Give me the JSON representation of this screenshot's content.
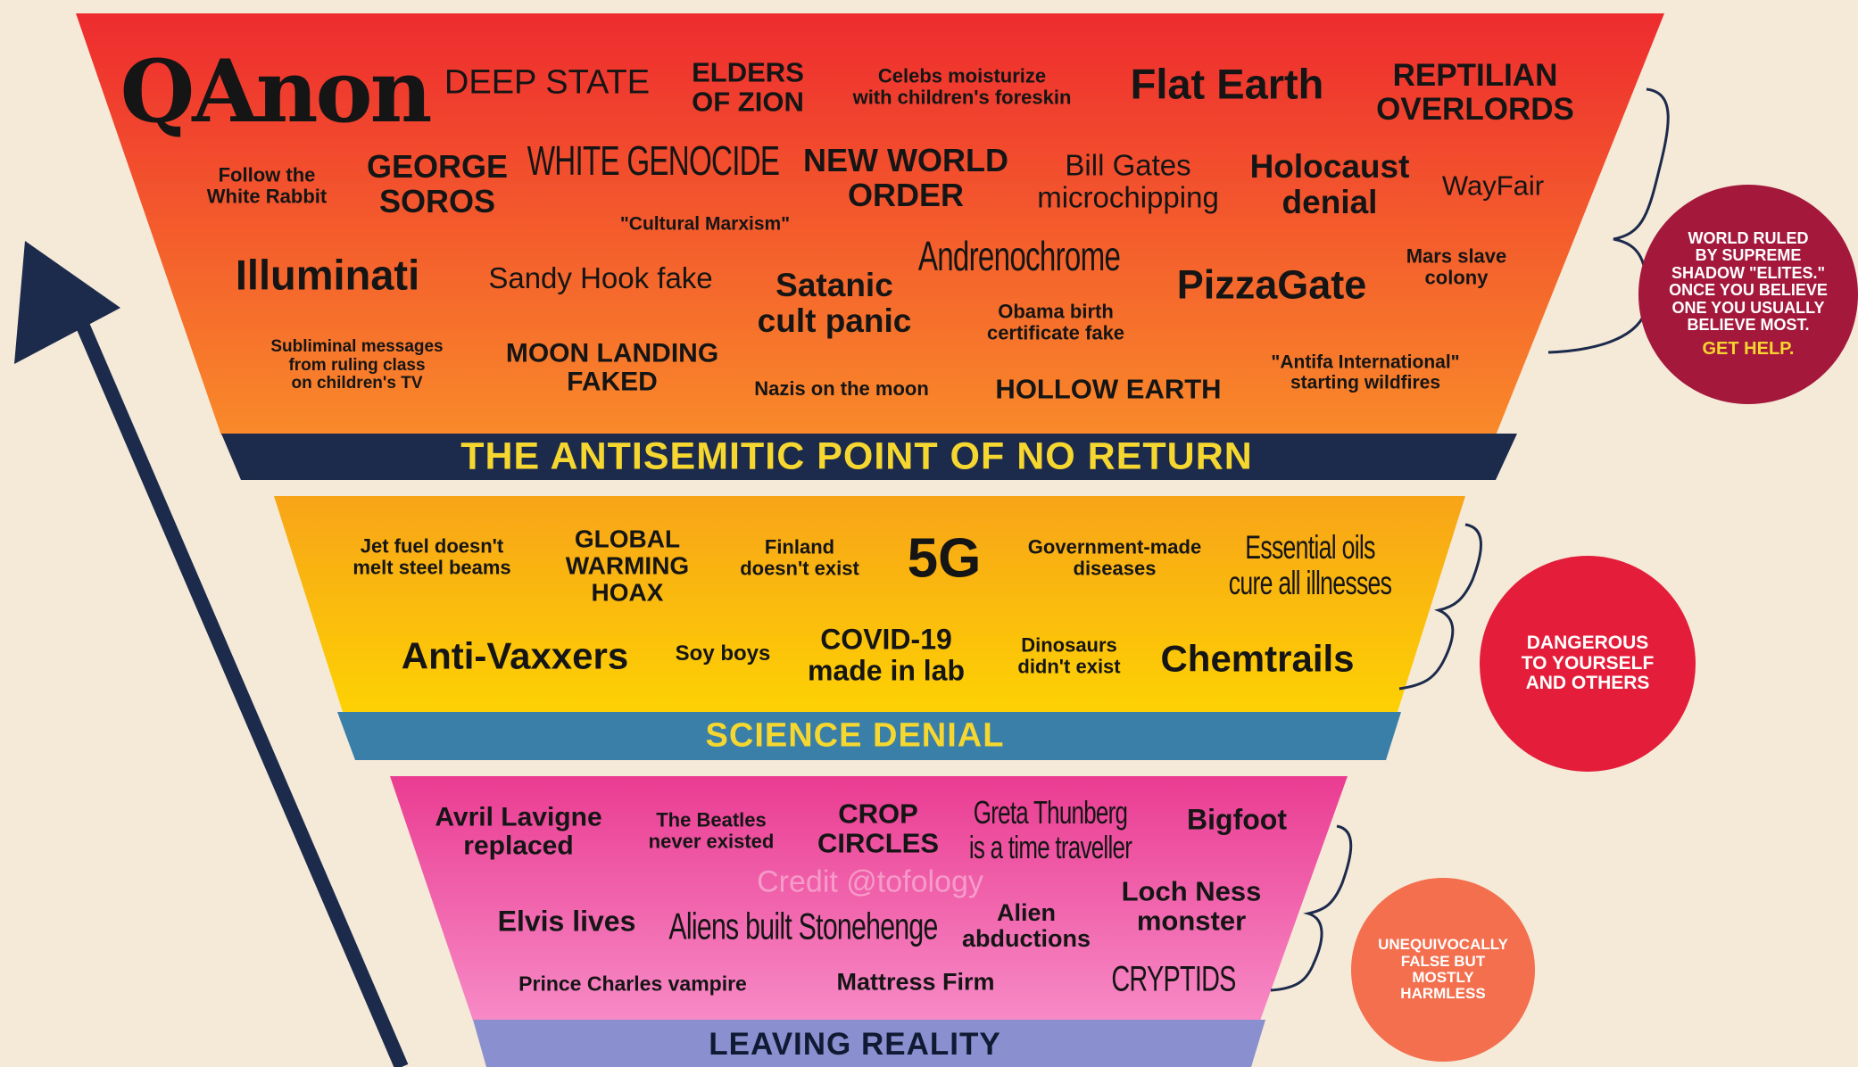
{
  "tiers": {
    "top": {
      "band": "THE ANTISEMITIC POINT OF NO RETURN",
      "items": {
        "qanon": "QAnon",
        "deep_state": "DEEP STATE",
        "elders": "ELDERS\nOF ZION",
        "celebs": "Celebs moisturize\nwith children's foreskin",
        "flat_earth": "Flat Earth",
        "reptilian": "REPTILIAN\nOVERLORDS",
        "white_rabbit": "Follow the\nWhite Rabbit",
        "soros": "GEORGE\nSOROS",
        "white_genocide": "WHITE GENOCIDE",
        "cultural_marxism": "\"Cultural Marxism\"",
        "nwo": "NEW WORLD\nORDER",
        "bill_gates": "Bill Gates\nmicrochipping",
        "holocaust": "Holocaust\ndenial",
        "wayfair": "WayFair",
        "illuminati": "Illuminati",
        "sandy_hook": "Sandy Hook fake",
        "satanic": "Satanic\ncult panic",
        "adrenochrome": "Andrenochrome",
        "obama": "Obama birth\ncertificate fake",
        "pizzagate": "PizzaGate",
        "mars": "Mars slave\ncolony",
        "subliminal": "Subliminal messages\nfrom ruling class\non children's TV",
        "moon": "MOON LANDING\nFAKED",
        "nazis": "Nazis on the moon",
        "hollow": "HOLLOW EARTH",
        "antifa": "\"Antifa International\"\nstarting wildfires"
      },
      "note": "WORLD RULED\nBY SUPREME\nSHADOW \"ELITES.\"\nONCE YOU BELIEVE\nONE YOU USUALLY\nBELIEVE MOST.",
      "note_cta": "GET HELP."
    },
    "middle": {
      "band": "SCIENCE DENIAL",
      "items": {
        "jet_fuel": "Jet fuel doesn't\nmelt steel beams",
        "gw_hoax": "GLOBAL\nWARMING\nHOAX",
        "finland": "Finland\ndoesn't exist",
        "fiveg": "5G",
        "gov_diseases": "Government-made\ndiseases",
        "oils": "Essential oils\ncure all illnesses",
        "antivax": "Anti-Vaxxers",
        "soy": "Soy boys",
        "covid": "COVID-19\nmade in lab",
        "dinos": "Dinosaurs\ndidn't exist",
        "chemtrails": "Chemtrails"
      },
      "note": "DANGEROUS\nTO YOURSELF\nAND OTHERS"
    },
    "bottom": {
      "band": "LEAVING REALITY",
      "items": {
        "avril": "Avril Lavigne\nreplaced",
        "beatles": "The Beatles\nnever existed",
        "crop": "CROP\nCIRCLES",
        "greta": "Greta Thunberg\nis a time traveller",
        "bigfoot": "Bigfoot",
        "elvis": "Elvis lives",
        "stonehenge": "Aliens built Stonehenge",
        "alien_abd": "Alien\nabductions",
        "nessie": "Loch Ness\nmonster",
        "charles": "Prince Charles vampire",
        "mattress": "Mattress Firm",
        "cryptids": "CRYPTIDS"
      },
      "note": "UNEQUIVOCALLY\nFALSE BUT\nMOSTLY\nHARMLESS"
    }
  },
  "credit": "Credit @tofology",
  "colors": {
    "background": "#f5ead8",
    "tier_top_top": "#ee2b2f",
    "tier_top_bottom": "#f98a2a",
    "tier_mid_top": "#f8a418",
    "tier_mid_bottom": "#fdd103",
    "tier_bot_top": "#ea3c92",
    "tier_bot_bottom": "#f78ac6",
    "band_top": "#1c2a4c",
    "band_mid": "#3a7fa8",
    "band_bot": "#8a8fcf",
    "band_text_yellow": "#f5d730",
    "arrow": "#1c2a4c",
    "note_top": "#a4183c",
    "note_mid": "#e41d3a",
    "note_bot": "#f36f4e",
    "get_help": "#f7d530"
  }
}
